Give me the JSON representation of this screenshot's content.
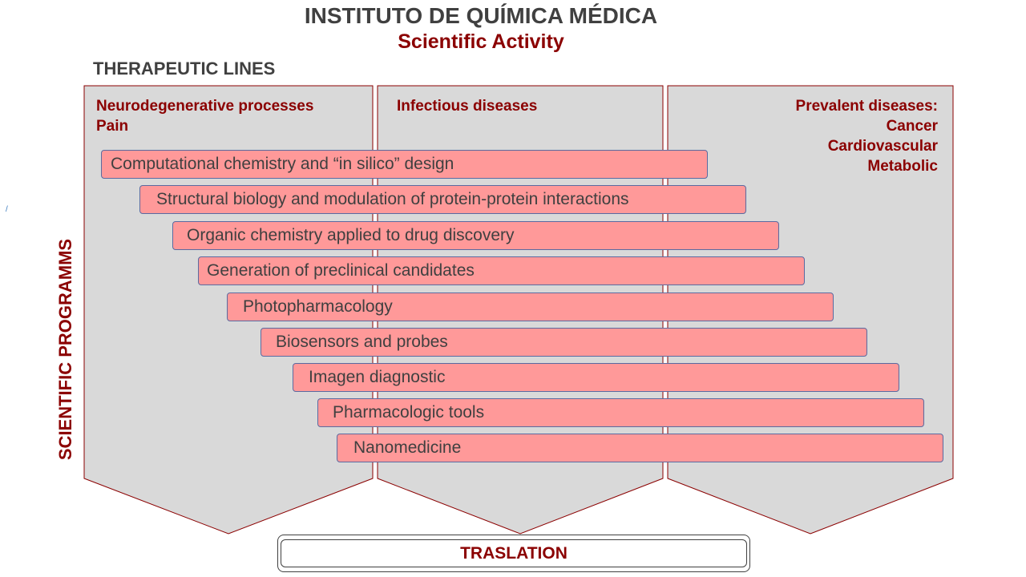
{
  "header": {
    "title": "INSTITUTO DE QUÍMICA MÉDICA",
    "subtitle": "Scientific Activity"
  },
  "therapeutic_lines": {
    "heading": "THERAPEUTIC LINES",
    "columns": [
      {
        "lines": [
          "Neurodegenerative processes",
          "Pain"
        ]
      },
      {
        "lines": [
          "Infectious diseases"
        ]
      },
      {
        "lines": [
          "Prevalent diseases:",
          "Cancer",
          "Cardiovascular",
          "Metabolic"
        ]
      }
    ]
  },
  "scientific_programs": {
    "heading": "SCIENTIFIC PROGRAMMS",
    "items": [
      "Computational chemistry and “in silico” design",
      "Structural biology and modulation of protein-protein interactions",
      "Organic chemistry applied to drug discovery",
      "Generation of preclinical candidates",
      "Photopharmacology",
      "Biosensors and probes",
      "Imagen diagnostic",
      "Pharmacologic tools",
      "Nanomedicine"
    ]
  },
  "footer": {
    "traslation_label": "TRASLATION"
  },
  "colors": {
    "accent": "#8b0000",
    "bar_fill": "#ff9999",
    "column_fill": "#d9d9d9",
    "text_gray": "#404040"
  }
}
